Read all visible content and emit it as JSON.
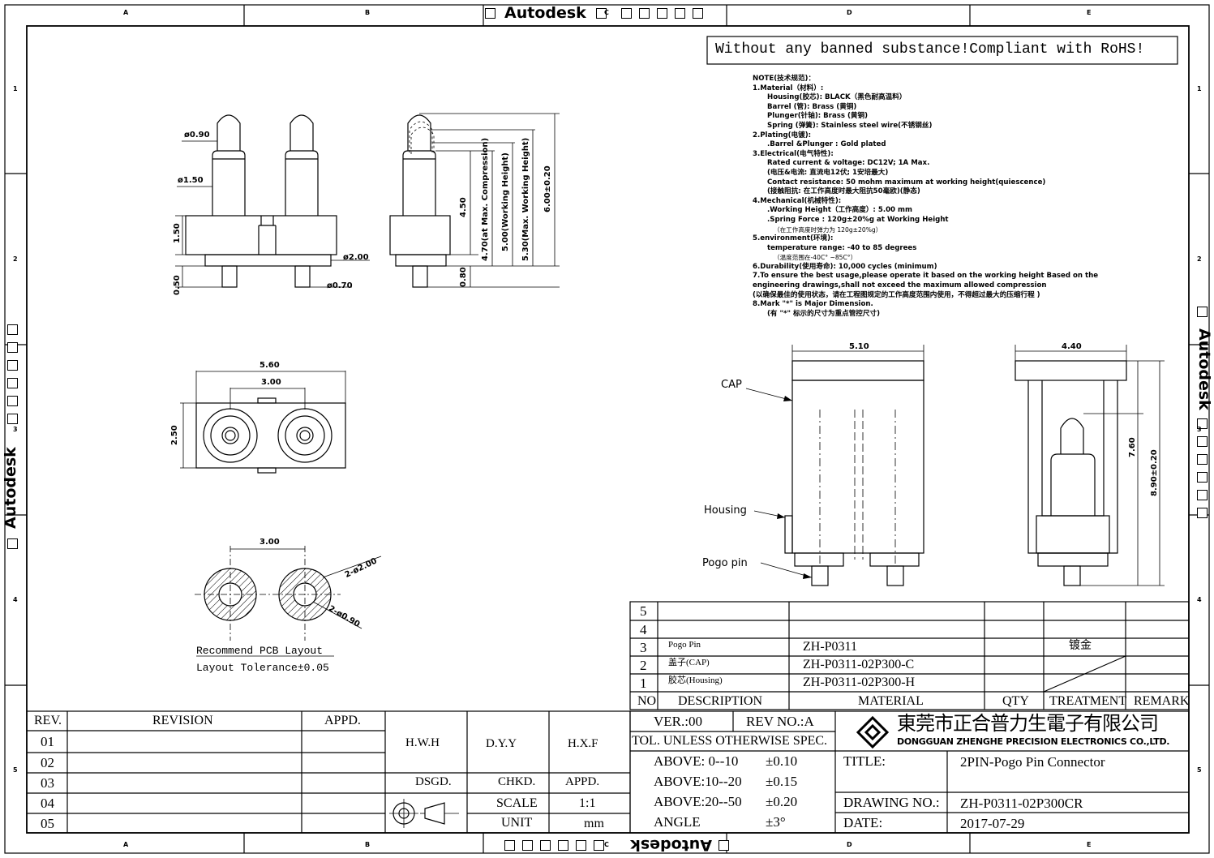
{
  "header": {
    "brand": "Autodesk",
    "zone_letters": [
      "A",
      "B",
      "C",
      "D",
      "E"
    ],
    "zone_numbers": [
      "1",
      "2",
      "3",
      "4",
      "5"
    ]
  },
  "rohs": "Without any banned substance!Compliant with RoHS!",
  "notes": [
    {
      "text": "NOTE(技术规范)：",
      "cls": ""
    },
    {
      "text": "1.Material（材料）:",
      "cls": ""
    },
    {
      "text": "Housing(胶芯): BLACK（黑色耐高温料）",
      "cls": "ind1"
    },
    {
      "text": "Barrel (管): Brass (黄铜)",
      "cls": "ind1"
    },
    {
      "text": "Plunger(针轴): Brass (黄铜)",
      "cls": "ind1"
    },
    {
      "text": "Spring (弹簧): Stainless steel wire(不锈钢丝)",
      "cls": "ind1"
    },
    {
      "text": "2.Plating(电镀):",
      "cls": ""
    },
    {
      "text": ".Barrel &Plunger : Gold plated",
      "cls": "ind1"
    },
    {
      "text": "3.Electrical(电气特性):",
      "cls": ""
    },
    {
      "text": "Rated current & voltage: DC12V; 1A Max.",
      "cls": "ind1"
    },
    {
      "text": "(电压&电流: 直流电12伏; 1安培最大)",
      "cls": "ind1"
    },
    {
      "text": "Contact resistance: 50 mohm maximum at working height(quiescence)",
      "cls": "ind1"
    },
    {
      "text": "(接触阻抗: 在工作高度时最大阻抗50毫欧)(静态)",
      "cls": "ind1"
    },
    {
      "text": "4.Mechanical(机械特性):",
      "cls": ""
    },
    {
      "text": ".Working Height（工作高度）: 5.00 mm",
      "cls": "ind1"
    },
    {
      "text": ".Spring  Force : 120g±20%g at Working Height",
      "cls": "ind1"
    },
    {
      "text": "（在工作高度时弹力为 120g±20%g）",
      "cls": "ind2"
    },
    {
      "text": "5.environment(环境):",
      "cls": ""
    },
    {
      "text": "temperature range:  -40 to 85 degrees",
      "cls": "ind1"
    },
    {
      "text": "（温度范围在-40C° ~85C°）",
      "cls": "ind2"
    },
    {
      "text": "6.Durability(使用寿命): 10,000 cycles (minimum)",
      "cls": ""
    },
    {
      "text": "7.To ensure the best usage,please operate it based on the working height Based on the",
      "cls": ""
    },
    {
      "text": "engineering drawings,shall not exceed the maximum allowed compression",
      "cls": ""
    },
    {
      "text": "(以确保最佳的使用状态，请在工程图规定的工作高度范围内使用，不得超过最大的压缩行程 )",
      "cls": ""
    },
    {
      "text": "8.Mark \"*\" is Major Dimension.",
      "cls": ""
    },
    {
      "text": "(有 \"*\" 标示的尺寸为重点管控尺寸)",
      "cls": "ind1"
    }
  ],
  "dims": {
    "d090": "ø0.90",
    "d150": "ø1.50",
    "d200": "ø2.00",
    "d070": "ø0.70",
    "h150": "1.50",
    "h050": "0.50",
    "h450": "4.50",
    "h080": "0.80",
    "h470": "4.70(at Max. Compression)",
    "h500": "5.00(Working Height)",
    "h530": "5.30(Max. Working Height)",
    "h600": "6.00±0.20",
    "w560": "5.60",
    "w300": "3.00",
    "h250": "2.50",
    "pcb300": "3.00",
    "pcb_d200": "2-ø2.00",
    "pcb_d090": "2-ø0.90",
    "w510": "5.10",
    "w440": "4.40",
    "h760": "7.60",
    "h890": "8.90±0.20"
  },
  "pcb": {
    "title": "Recommend PCB Layout",
    "tolerance": "Layout Tolerance±0.05"
  },
  "callouts": {
    "cap": "CAP",
    "housing": "Housing",
    "pogo": "Pogo pin"
  },
  "bom": {
    "rows": [
      {
        "no": "5",
        "desc": "",
        "mat": "",
        "qty": "",
        "treat": "",
        "remark": ""
      },
      {
        "no": "4",
        "desc": "",
        "mat": "",
        "qty": "",
        "treat": "",
        "remark": ""
      },
      {
        "no": "3",
        "desc": "Pogo Pin",
        "mat": "ZH-P0311",
        "qty": "",
        "treat": "镀金",
        "remark": ""
      },
      {
        "no": "2",
        "desc": "盖子(CAP)",
        "mat": "ZH-P0311-02P300-C",
        "qty": "",
        "treat": "",
        "remark": ""
      },
      {
        "no": "1",
        "desc": "胶芯(Housing)",
        "mat": "ZH-P0311-02P300-H",
        "qty": "",
        "treat": "",
        "remark": ""
      }
    ],
    "headers": {
      "no": "NO",
      "desc": "DESCRIPTION",
      "mat": "MATERIAL",
      "qty": "QTY",
      "treat": "TREATMENT",
      "remark": "REMARK"
    }
  },
  "revision": {
    "headers": {
      "rev": "REV.",
      "revision": "REVISION",
      "appd": "APPD."
    },
    "rows": [
      "01",
      "02",
      "03",
      "04",
      "05"
    ]
  },
  "signoff": {
    "hwh": "H.W.H",
    "dyy": "D.Y.Y",
    "hxf": "H.X.F",
    "dsgd": "DSGD.",
    "chkd": "CHKD.",
    "appd": "APPD.",
    "scale_label": "SCALE",
    "scale": "1:1",
    "unit_label": "UNIT",
    "unit": "mm"
  },
  "tolerance": {
    "ver": "VER.:00",
    "rev_no": "REV NO.:A",
    "spec": "TOL. UNLESS OTHERWISE SPEC.",
    "rows": [
      {
        "label": "ABOVE: 0--10",
        "val": "±0.10"
      },
      {
        "label": "ABOVE:10--20",
        "val": "±0.15"
      },
      {
        "label": "ABOVE:20--50",
        "val": "±0.20"
      },
      {
        "label": "ANGLE",
        "val": "±3°"
      }
    ]
  },
  "company": {
    "cn": "東莞市正合普力生電子有限公司",
    "en": "DONGGUAN ZHENGHE PRECISION ELECTRONICS CO.,LTD."
  },
  "title_block": {
    "title_label": "TITLE:",
    "title": "2PIN-Pogo Pin Connector",
    "drawing_label": "DRAWING NO.:",
    "drawing": "ZH-P0311-02P300CR",
    "date_label": "DATE:",
    "date": "2017-07-29"
  }
}
